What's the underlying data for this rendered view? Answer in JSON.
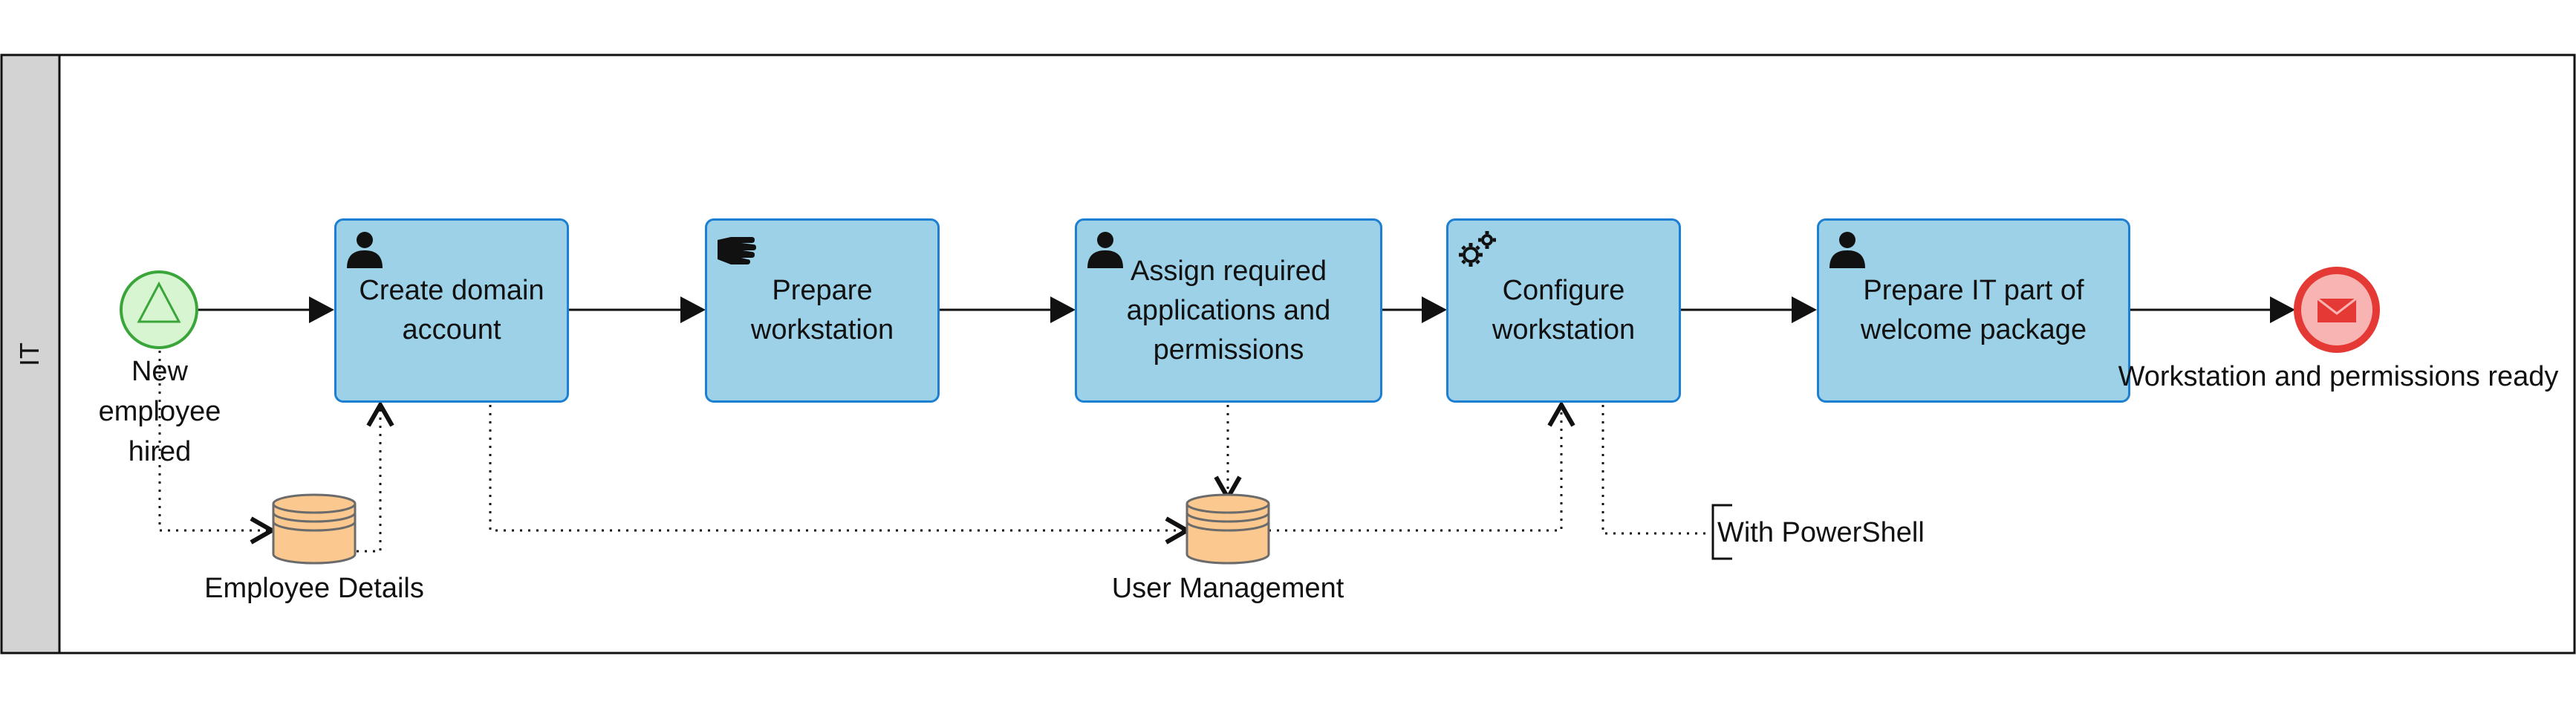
{
  "lane": {
    "label": "IT"
  },
  "start_event": {
    "label_lines": [
      "New",
      "employee",
      "hired"
    ],
    "color": "#2aa32a"
  },
  "tasks": [
    {
      "id": "create-domain-account",
      "icon": "user-icon",
      "label_lines": [
        "Create domain",
        "account"
      ]
    },
    {
      "id": "prepare-workstation",
      "icon": "manual-hand-icon",
      "label_lines": [
        "Prepare",
        "workstation"
      ]
    },
    {
      "id": "assign-apps-permissions",
      "icon": "user-icon",
      "label_lines": [
        "Assign required",
        "applications and",
        "permissions"
      ]
    },
    {
      "id": "configure-workstation",
      "icon": "service-gears-icon",
      "label_lines": [
        "Configure",
        "workstation"
      ]
    },
    {
      "id": "prepare-welcome-package",
      "icon": "user-icon",
      "label_lines": [
        "Prepare IT part of",
        "welcome package"
      ]
    }
  ],
  "end_event": {
    "label": "Workstation and permissions ready",
    "type": "message-end",
    "color": "#e53935"
  },
  "data_stores": [
    {
      "id": "employee-details",
      "label": "Employee Details"
    },
    {
      "id": "user-management",
      "label": "User Management"
    }
  ],
  "annotation": {
    "label": "With PowerShell"
  },
  "colors": {
    "task_fill": "#9dd1e8",
    "task_border": "#1d7fd1",
    "store_fill": "#fbc98f",
    "lane_header": "#d3d3d3"
  }
}
